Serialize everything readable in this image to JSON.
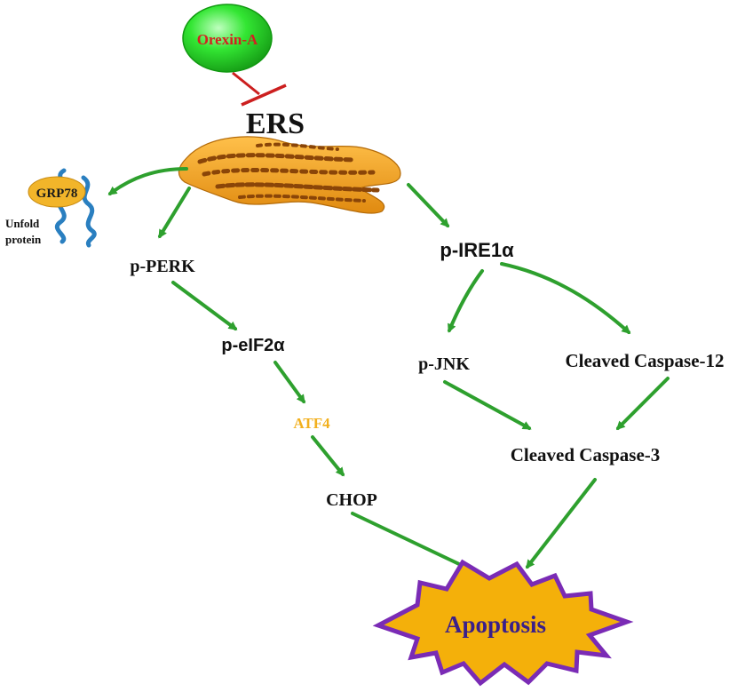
{
  "diagram": {
    "inhibitor": "Orexin-A",
    "stress": "ERS",
    "chaperone": "GRP78",
    "unfolded_protein": [
      "Unfold",
      "protein"
    ],
    "perk_branch": [
      "p-PERK",
      "p-eIF2α",
      "ATF4",
      "CHOP"
    ],
    "ire1_branch": {
      "root": "p-IRE1α",
      "jnk": "p-JNK",
      "caspase12": "Cleaved Caspase-12",
      "caspase3": "Cleaved Caspase-3"
    },
    "outcome": "Apoptosis"
  },
  "colors": {
    "arrow": "#2ea02e",
    "inhibition": "#cc1f1f",
    "orexin_fill": "#22dd22",
    "orexin_text": "#d42020",
    "atf4_text": "#f2b01e",
    "er_fill": "#f0a020",
    "er_dots": "#7a3a08",
    "grp78_fill": "#f2b52a",
    "protein_coil": "#2a7fc0",
    "apoptosis_fill": "#f4b00a",
    "apoptosis_stroke": "#7a2bb5",
    "apoptosis_text": "#3a1f8a",
    "text": "#111111"
  },
  "icons": [
    "orexin-a-ellipse",
    "er-organelle-icon",
    "grp78-chaperone-icon",
    "unfolded-protein-coil-icon",
    "apoptosis-burst-icon"
  ]
}
